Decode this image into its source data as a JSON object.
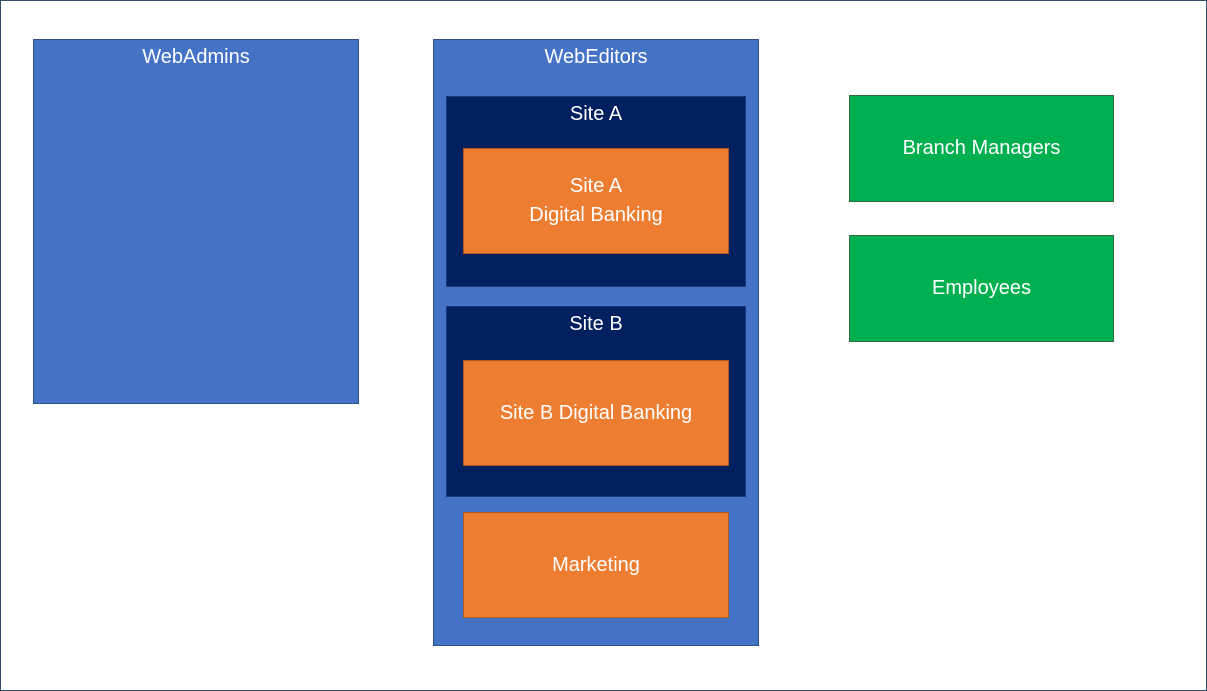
{
  "groups": {
    "webadmins": {
      "label": "WebAdmins"
    },
    "webeditors": {
      "label": "WebEditors",
      "site_a": {
        "label": "Site A",
        "child_line1": "Site A",
        "child_line2": "Digital Banking"
      },
      "site_b": {
        "label": "Site B",
        "child": "Site B Digital Banking"
      },
      "marketing": "Marketing"
    },
    "branch_managers": "Branch Managers",
    "employees": "Employees"
  },
  "colors": {
    "blue": "#4472c4",
    "navy": "#002060",
    "orange": "#ed7d31",
    "green": "#00b050"
  }
}
